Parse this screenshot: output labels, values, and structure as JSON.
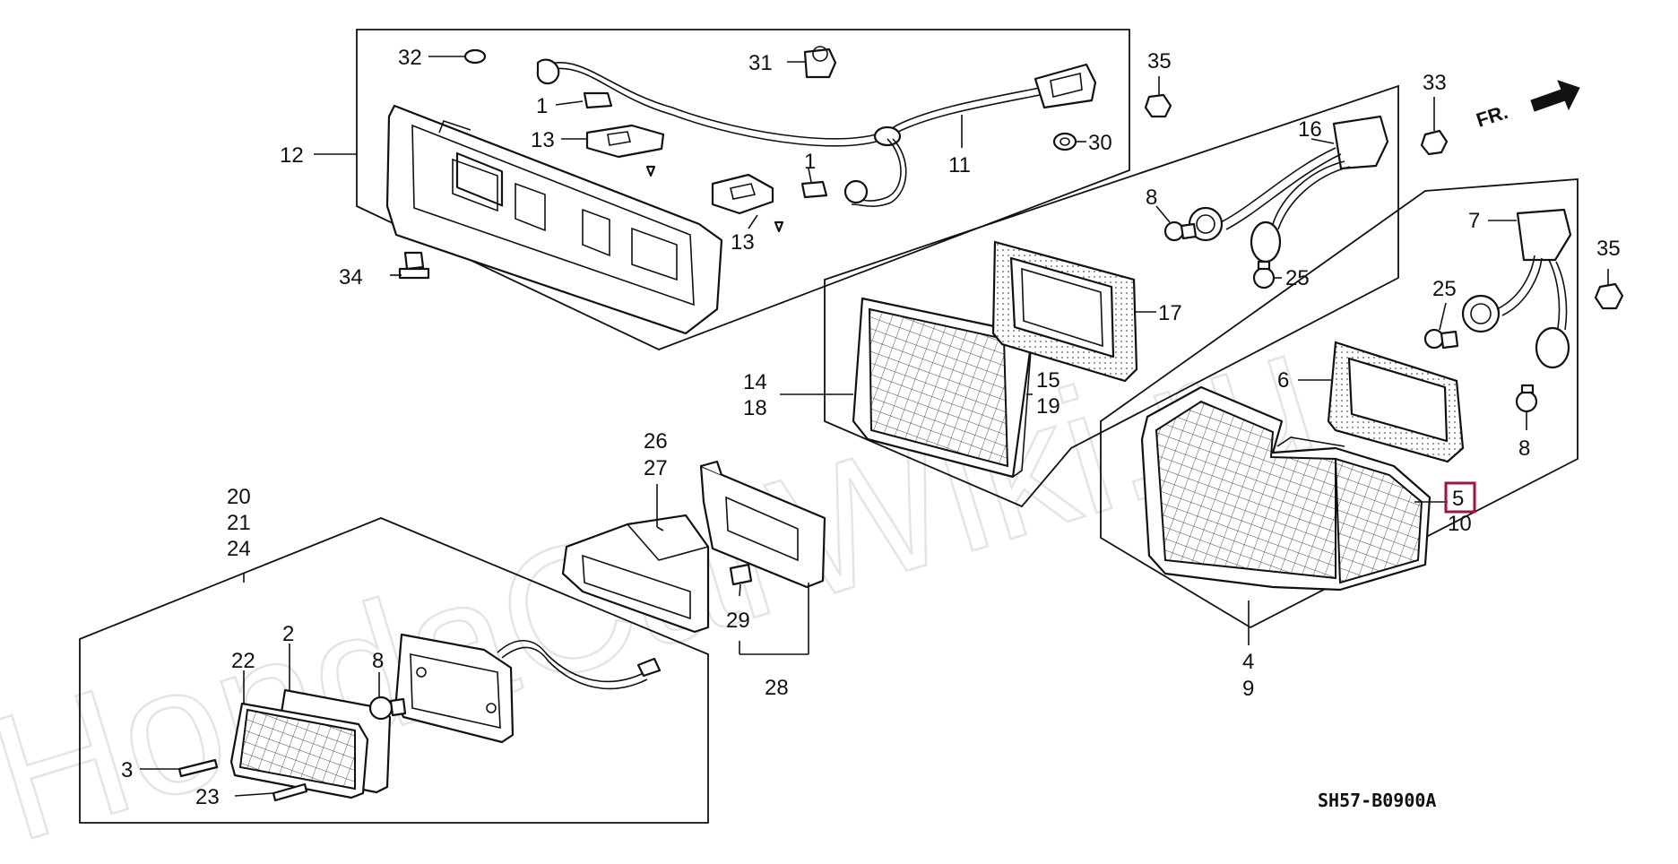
{
  "watermark": "HondaCarWiki.ru",
  "diagram_code": "SH57-B0900A",
  "direction_label": "FR.",
  "highlighted_callout": "5",
  "callouts": {
    "c1a": "1",
    "c1b": "1",
    "c2": "2",
    "c3": "3",
    "c4": "4",
    "c9": "9",
    "c5": "5",
    "c10": "10",
    "c6": "6",
    "c7": "7",
    "c8a": "8",
    "c8b": "8",
    "c8c": "8",
    "c11": "11",
    "c12": "12",
    "c13a": "13",
    "c13b": "13",
    "c14": "14",
    "c18": "18",
    "c15": "15",
    "c19": "19",
    "c16": "16",
    "c17": "17",
    "c20": "20",
    "c21": "21",
    "c24": "24",
    "c22": "22",
    "c23": "23",
    "c25a": "25",
    "c25b": "25",
    "c26": "26",
    "c27": "27",
    "c28": "28",
    "c29": "29",
    "c30": "30",
    "c31": "31",
    "c32": "32",
    "c33": "33",
    "c34": "34",
    "c35a": "35",
    "c35b": "35"
  }
}
